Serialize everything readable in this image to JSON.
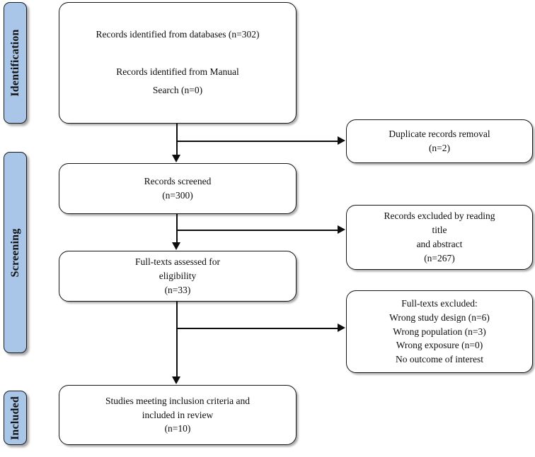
{
  "diagram": {
    "type": "prisma-flow-diagram",
    "accent_color": "#a9c6e8",
    "line_color": "#0d0d0d",
    "box_border_color": "#151515",
    "background_color": "#ffffff"
  },
  "stages": [
    {
      "id": "identification",
      "label": "Identification"
    },
    {
      "id": "screening",
      "label": "Screening"
    },
    {
      "id": "included",
      "label": "Included"
    }
  ],
  "main_boxes": [
    {
      "id": "records-identified",
      "text": "Records  identified  from databases (n=302)\n\nRecords  identified  from Manual\nSearch (n=0)"
    },
    {
      "id": "records-screened",
      "text": "Records screened\n(n=300)"
    },
    {
      "id": "full-texts-assessed",
      "text": "Full-texts  assessed for\neligibility\n(n=33)"
    },
    {
      "id": "studies-included",
      "text": "Studies  meeting inclusion criteria  and\nincluded  in review\n(n=10)"
    }
  ],
  "side_boxes": [
    {
      "id": "duplicates-removed",
      "text": "Duplicate  records removal\n(n=2)"
    },
    {
      "id": "records-excluded",
      "text": "Records  excluded by reading\ntitle\nand  abstract\n(n=267)"
    },
    {
      "id": "full-texts-excluded",
      "text": "Full-texts  excluded:\nWrong study design  (n=6)\nWrong population  (n=3)\nWrong exposure (n=0)\nNo outcome  of interest"
    }
  ],
  "counts": {
    "records_from_databases": 302,
    "records_from_manual_search": 0,
    "duplicates_removed": 2,
    "records_screened": 300,
    "records_excluded_title_abstract": 267,
    "full_texts_assessed": 33,
    "excluded_wrong_study_design": 6,
    "excluded_wrong_population": 3,
    "excluded_wrong_exposure": 0,
    "studies_included": 10
  }
}
